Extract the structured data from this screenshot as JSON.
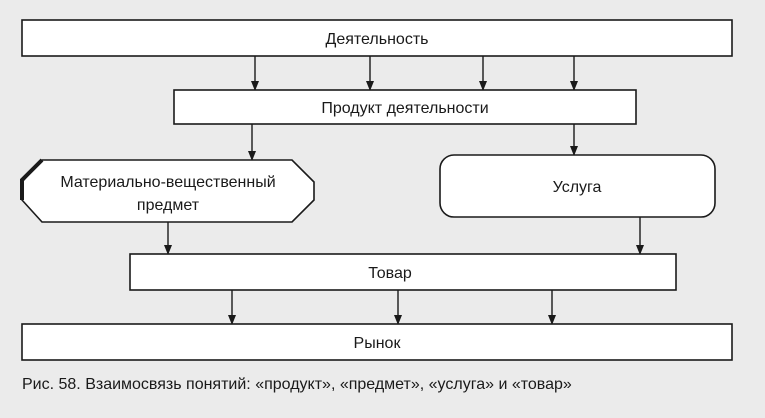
{
  "diagram": {
    "nodes": {
      "activity": "Деятельность",
      "product": "Продукт деятельности",
      "material_line1": "Материально-вещественный",
      "material_line2": "предмет",
      "service": "Услуга",
      "goods": "Товар",
      "market": "Рынок"
    },
    "caption": "Рис. 58. Взаимосвязь понятий: «продукт», «предмет», «услуга» и «товар»"
  }
}
